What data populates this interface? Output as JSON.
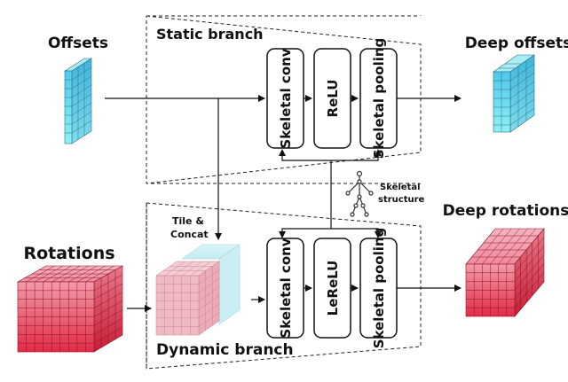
{
  "labels": {
    "offsets": "Offsets",
    "static_branch": "Static branch",
    "deep_offsets": "Deep offsets",
    "rotations": "Rotations",
    "dynamic_branch": "Dynamic branch",
    "deep_rotations": "Deep rotations",
    "tile_line1": "Tile &",
    "tile_line2": "Concat",
    "skel_line1": "Skeletal",
    "skel_line2": "structure"
  },
  "static_ops": [
    "Skeletal conv",
    "ReLU",
    "Skeletal pooling"
  ],
  "dynamic_ops": [
    "Skeletal conv",
    "LeReLU",
    "Skeletal pooling"
  ],
  "colors": {
    "blue_top": "#8fe6f2",
    "blue_bottom": "#4ec9ea",
    "red_light": "#f5a7b4",
    "red_dark": "#e0324a"
  }
}
